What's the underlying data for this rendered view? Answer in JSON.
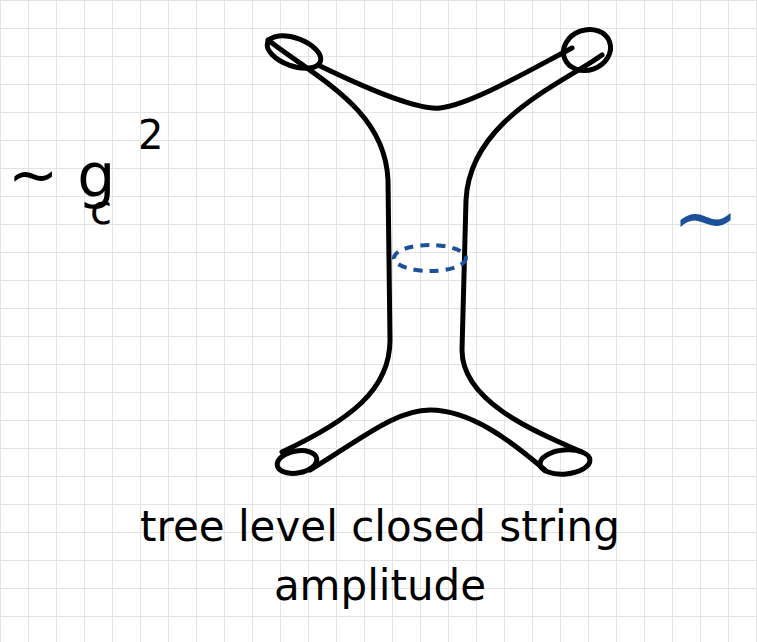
{
  "diagram": {
    "caption": "tree level closed string amplitude",
    "labels": [
      "~ g",
      "c",
      "2",
      "~"
    ]
  }
}
